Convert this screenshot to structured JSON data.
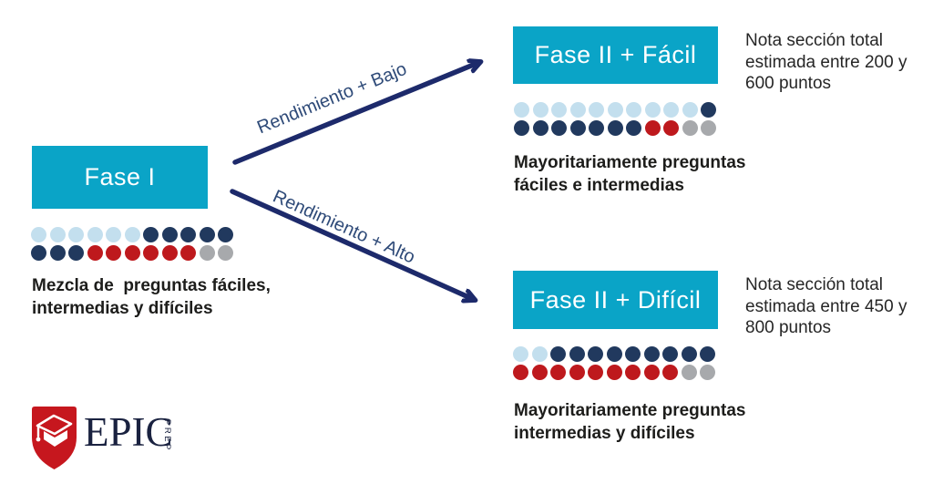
{
  "colors": {
    "teal": "#0AA4C7",
    "arrow_navy": "#1D2A6B",
    "label_navy": "#2E4A78",
    "text_dark": "#1D1D1B",
    "dot_lightblue": "#C3DFEE",
    "dot_navy": "#21395E",
    "dot_red": "#BE191D",
    "dot_gray": "#A7A9AC",
    "logo_red": "#C6171E",
    "logo_navy": "#1A2240"
  },
  "phase1": {
    "title": "Fase I",
    "caption": "Mezcla de  preguntas fáciles,\nintermedias y difíciles",
    "dot_rows": [
      [
        "lb",
        "lb",
        "lb",
        "lb",
        "lb",
        "lb",
        "nv",
        "nv",
        "nv",
        "nv",
        "nv"
      ],
      [
        "nv",
        "nv",
        "nv",
        "rd",
        "rd",
        "rd",
        "rd",
        "rd",
        "rd",
        "gr",
        "gr"
      ]
    ]
  },
  "branches": {
    "low": {
      "label": "Rendimiento + Bajo"
    },
    "high": {
      "label": "Rendimiento + Alto"
    }
  },
  "phase2_easy": {
    "title": "Fase II + Fácil",
    "note": "Nota sección total\nestimada entre 200 y\n600 puntos",
    "caption": "Mayoritariamente preguntas\nfáciles e intermedias",
    "dot_rows": [
      [
        "lb",
        "lb",
        "lb",
        "lb",
        "lb",
        "lb",
        "lb",
        "lb",
        "lb",
        "lb",
        "nv"
      ],
      [
        "nv",
        "nv",
        "nv",
        "nv",
        "nv",
        "nv",
        "nv",
        "rd",
        "rd",
        "gr",
        "gr"
      ]
    ]
  },
  "phase2_hard": {
    "title": "Fase II + Difícil",
    "note": "Nota sección total\nestimada entre 450 y\n800 puntos",
    "caption": "Mayoritariamente preguntas\nintermedias y difíciles",
    "dot_rows": [
      [
        "lb",
        "lb",
        "nv",
        "nv",
        "nv",
        "nv",
        "nv",
        "nv",
        "nv",
        "nv",
        "nv"
      ],
      [
        "rd",
        "rd",
        "rd",
        "rd",
        "rd",
        "rd",
        "rd",
        "rd",
        "rd",
        "gr",
        "gr"
      ]
    ]
  },
  "logo": {
    "brand": "EPIC",
    "subbrand": "PREP"
  }
}
